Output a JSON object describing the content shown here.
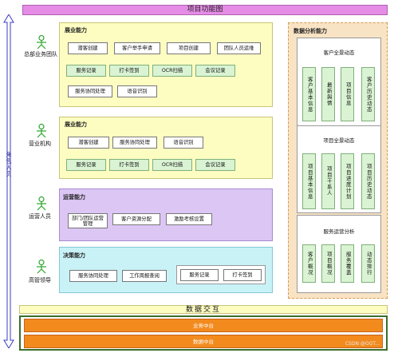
{
  "title": "项目功能图",
  "side_label": "角色人员",
  "roles": [
    {
      "label": "总部业务团队"
    },
    {
      "label": "营业机构"
    },
    {
      "label": "运营人员"
    },
    {
      "label": "高管领导"
    }
  ],
  "panels": [
    {
      "title": "展业能力",
      "row1": [
        "潜客创建",
        "客户举手申请",
        "项目创建",
        "团队人员运维"
      ],
      "row2": [
        "服务记录",
        "打卡签到",
        "OCR扫描",
        "会议记录"
      ],
      "row3": [
        "服务协同处理",
        "语音识别"
      ]
    },
    {
      "title": "展业能力",
      "row1": [
        "潜客创建",
        "服务协同处理",
        "语音识别"
      ],
      "row2": [
        "服务记录",
        "打卡签到",
        "OCR扫描",
        "会议记录"
      ]
    },
    {
      "title": "运营能力",
      "row1": [
        "部门/团队运营管理",
        "客户资源分配",
        "激励考核设置"
      ]
    },
    {
      "title": "决策能力",
      "row1": [
        "服务协同处理",
        "工作周报查阅"
      ],
      "row1b": [
        "服务记录",
        "打卡签到"
      ]
    }
  ],
  "analysis": {
    "title": "数据分析能力",
    "boxes": [
      {
        "title": "客户全景动态",
        "cells": [
          "客户基本信息",
          "最新舆情",
          "项目信息",
          "客户历史动态"
        ]
      },
      {
        "title": "项目全景动态",
        "cells": [
          "项目基本信息",
          "项目干系人",
          "项目进度计划",
          "项目历史动态"
        ]
      },
      {
        "title": "服务运营分析",
        "cells": [
          "客户概况",
          "项目概况",
          "服务覆盖",
          "动态排行"
        ]
      }
    ]
  },
  "data_exchange": "数据交互",
  "platforms": [
    "业务中台",
    "数据中台"
  ],
  "watermark": "CSDN @OOT..."
}
